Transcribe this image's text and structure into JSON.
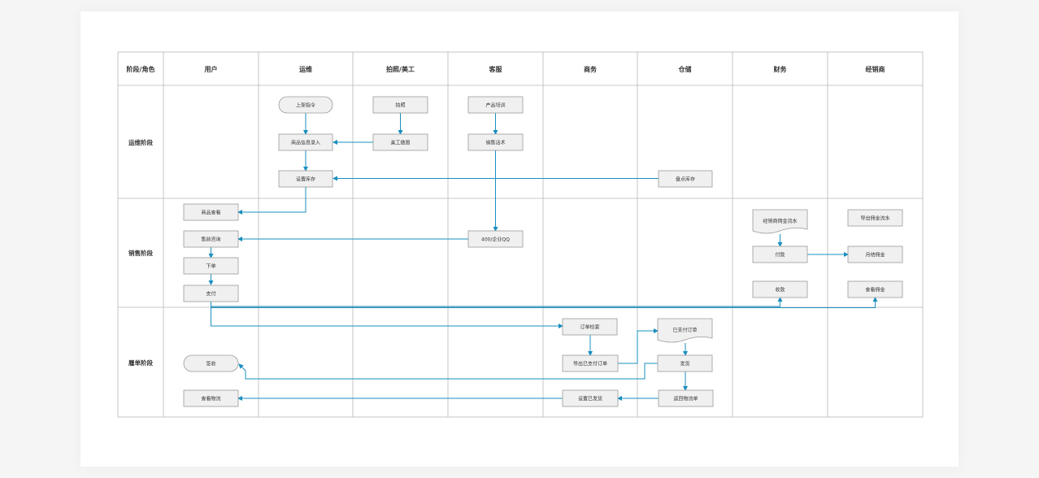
{
  "header": {
    "corner": "阶段/角色",
    "roles": [
      "用户",
      "运维",
      "拍照/美工",
      "客服",
      "商务",
      "仓储",
      "财务",
      "经销商"
    ]
  },
  "stages": [
    "运维阶段",
    "销售阶段",
    "履单阶段"
  ],
  "nodes": {
    "shangjia": "上架指令",
    "paizhao": "拍照",
    "chanpin_peixun": "产品培训",
    "shangpin_luru": "商品信息录入",
    "meigong_xiutu": "美工做图",
    "xiaoshou_huashu": "销售话术",
    "shezhi_kucun": "设置库存",
    "pandian_kucun": "盘点库存",
    "shangpin_chakan": "商品查看",
    "shouqian_zixun": "售前咨询",
    "qiye_qq": "400/企业QQ",
    "xiadan": "下单",
    "zhifu": "支付",
    "jxs_yongjin_liushui": "经销商佣金流水",
    "fukuan": "付款",
    "shoukuan": "收款",
    "daochu_yongjin": "导出佣金流水",
    "yuejie_yongjin": "月结佣金",
    "chakan_yongjin": "查看佣金",
    "dingdan_jiansuo": "订单检索",
    "daochu_yizhifu": "导出已支付订单",
    "yizhifu_dingdan": "已支付订单",
    "fahuo": "发货",
    "qianshou": "签收",
    "chakan_wuliu": "查看物流",
    "shezhi_yifahuo": "设置已发货",
    "fanhui_wuliu": "返回物流单"
  },
  "colors": {
    "flow": "#1a8fbf",
    "grid": "#b8b8b8",
    "box_fill": "#f0f0f0",
    "box_stroke": "#9a9a9a"
  }
}
